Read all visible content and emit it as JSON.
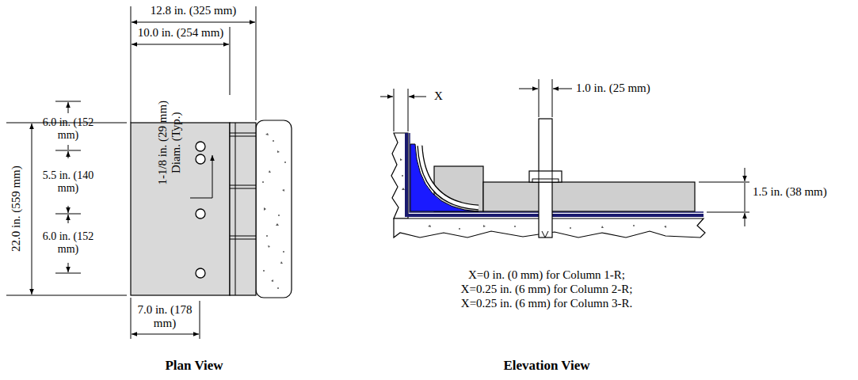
{
  "diagram": {
    "labels": [
      "12.8 in. (325 mm)",
      "10.0 in. (254 mm)",
      "22.0 in. (559 mm)",
      "6.0 in. (152 mm)",
      "5.5 in. (140 mm)",
      "6.0 in. (152 mm)",
      "1-1/8 in. (29 mm) Diam. (Typ.)",
      "7.0 in. (178 mm)",
      "Plan View",
      "X",
      "1.0 in. (25 mm)",
      "1.5 in. (38 mm)",
      "X=0 in. (0 mm) for Column 1-R;",
      "X=0.25 in. (6 mm) for Column 2-R;",
      "X=0.25 in. (6 mm) for Column 3-R.",
      "Elevation View"
    ]
  }
}
